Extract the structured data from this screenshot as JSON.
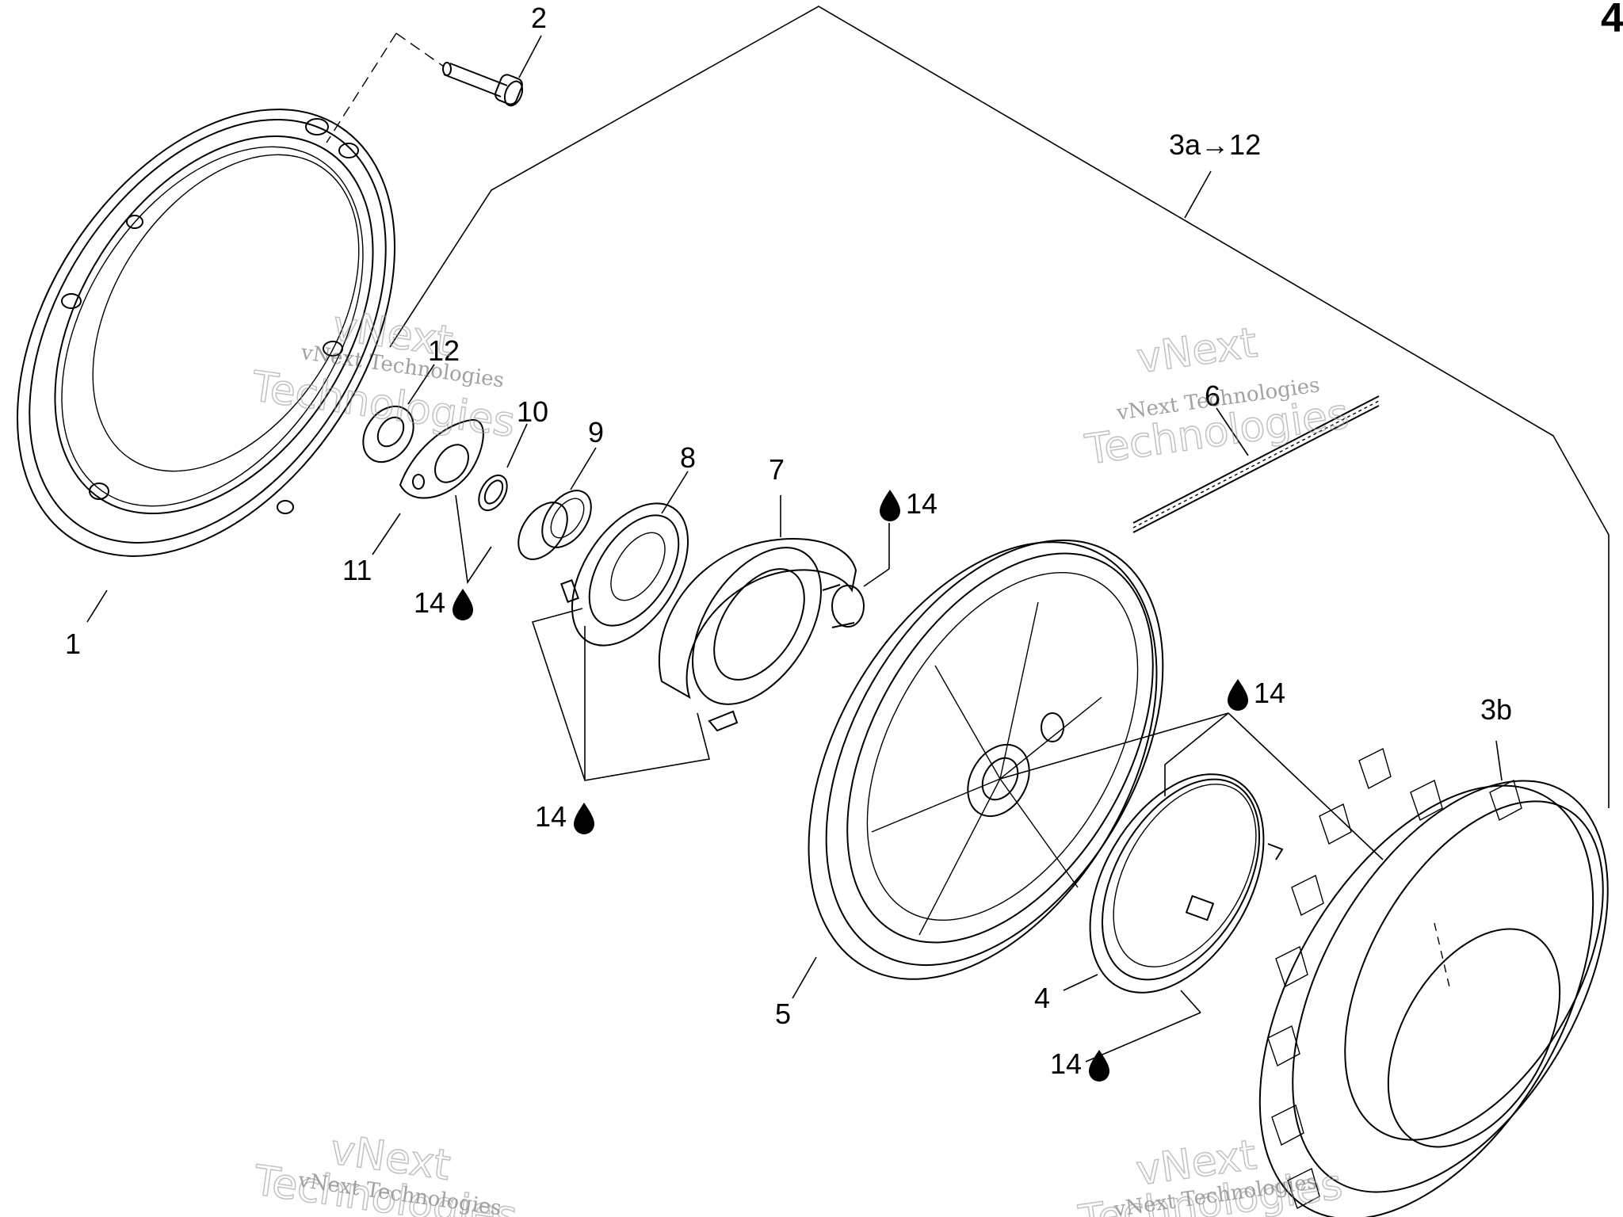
{
  "page_number": "4",
  "callouts": [
    {
      "id": "c1",
      "text": "1"
    },
    {
      "id": "c2",
      "text": "2"
    },
    {
      "id": "c3a",
      "text": "3a→12"
    },
    {
      "id": "c3b",
      "text": "3b"
    },
    {
      "id": "c4",
      "text": "4"
    },
    {
      "id": "c5",
      "text": "5"
    },
    {
      "id": "c6",
      "text": "6"
    },
    {
      "id": "c7",
      "text": "7"
    },
    {
      "id": "c8",
      "text": "8"
    },
    {
      "id": "c9",
      "text": "9"
    },
    {
      "id": "c10",
      "text": "10"
    },
    {
      "id": "c11",
      "text": "11"
    },
    {
      "id": "c12",
      "text": "12"
    }
  ],
  "lube_callouts": [
    {
      "id": "l1",
      "text": "14"
    },
    {
      "id": "l2",
      "text": "14"
    },
    {
      "id": "l3",
      "text": "14"
    },
    {
      "id": "l4",
      "text": "14"
    },
    {
      "id": "l5",
      "text": "14"
    }
  ],
  "watermark": {
    "line1": "vNext Technologies",
    "line2a": "vNext",
    "line2b": "Technologies"
  }
}
